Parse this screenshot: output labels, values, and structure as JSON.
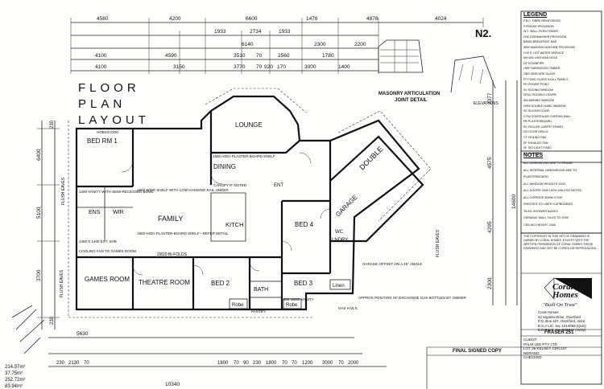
{
  "sheet": {
    "title_lines": [
      "FLOOR",
      "PLAN",
      "LAYOUT"
    ],
    "sheet_id": "N2.",
    "elevations_label": "ELEVATIONS",
    "masonry_label": "MASONRY ARTICULATION",
    "masonry_sub": "JOINT DETAIL",
    "area_1": "214.97m²",
    "area_2": "37.75m²",
    "area_3": "252.72m²",
    "area_4": "83.94m²",
    "bottom_dim": "10340",
    "left_dim": "5630"
  },
  "top_dims": {
    "row1": [
      "4560",
      "4200",
      "6600",
      "1478",
      "4878",
      "4024"
    ],
    "row2": [
      "1933",
      "2734",
      "1933"
    ],
    "row3": [
      "6140",
      "2300",
      "2200"
    ],
    "row4": [
      "4100",
      "4590",
      "3510",
      "70",
      "2560",
      "1780"
    ],
    "row5": [
      "4100",
      "3150",
      "3770",
      "70",
      "920",
      "170",
      "3000",
      "1400"
    ]
  },
  "bottom_dims": [
    "230",
    "2130",
    "70",
    "1800",
    "70",
    "90",
    "230",
    "1800",
    "70",
    "70",
    "1200",
    "3000",
    "70",
    "2000"
  ],
  "left_dims": [
    "230",
    "6400",
    "5100",
    "3700",
    "230"
  ],
  "right_dims": [
    "2377",
    "4575",
    "4295",
    "2300",
    "14600"
  ],
  "rooms": {
    "bed1": "BED RM 1",
    "lounge": "LOUNGE",
    "dining": "DINING",
    "family": "FAMILY",
    "kitchen": "KITCH",
    "ens": "ENS",
    "wir": "WIR",
    "games": "GAMES ROOM",
    "theatre": "THEATRE ROOM",
    "bed2": "BED 2",
    "bed3": "BED 3",
    "bed4": "BED 4",
    "bath": "BATH",
    "garage_top": "DOUBLE",
    "garage_bottom": "GARAGE",
    "laundry": "LNDRY",
    "wc": "WC",
    "ent": "ENT",
    "robe1": "Robe",
    "robe2": "Robe",
    "linen": "Linen",
    "pantry": "PANTRY"
  },
  "notes": {
    "robe_ceiling": "1800 WIDE SHELF WITH LOW HANGING RAIL UNDER",
    "family_ceiling": "1800 HIGH PLASTER-BOARD SHELF - REFER DETAIL",
    "canopy": "CANOPY IF NOTED",
    "plaster_shelf": "1500 HIGH PLASTER-BOARD SHELF",
    "bifold": "2/820 BI-FOLDS",
    "cooling": "COOLING FAN TO GAMES ROOM",
    "garage_offset": "GARAGE OFFSET ON A 45° ANGLE",
    "exchange": "APPROX POSITION OF EXCHANGE GAS BOTTLES BY OWNER",
    "flush_eaves_left": "FLUSH EAVES",
    "flush_eaves_right": "FLUSH EAVES",
    "flush_eaves_bottom": "FLUSH EAVES",
    "hobbies": "HOBS/COOK",
    "bed4_note": "800 WIDE VANITY",
    "vanity_note": "1200 VANITY WITH SEMI-RECESSED BOWL",
    "shower_note": "1400 X 1400 EXT. SHR",
    "gas_hws": "GAS H.W.S."
  },
  "legend": {
    "heading": "LEGEND",
    "items": [
      "F.B.C. FIBRE REINFORCED",
      "F FRIDGE PROVISION",
      "W.T. WALL OVEN TOWER",
      "D/W DISHWASHER PROVISION",
      "B/BAR BREAKFAST BAR",
      "W/M WASHING MACHINE PROVISION",
      "H.W.S. HOT WATER SERVICE",
      "MH 600 x 600 MAN HOLE",
      "DP DOWNPIPE",
      "HWF HARDWOOD TIMBER",
      "OBS OBSCURE GLASS",
      "FF FIXED GLASS IN ALL PANELS",
      "PH POWER POINT",
      "SV SLIDING WINDOW",
      "S/SLV SLIDING LOUVRE",
      "AW AWNING WINDOW",
      "DHW DOUBLE HUNG WINDOW",
      "SC SLIDING DOOR",
      "CCW CONCEALED CURTAIN WALL",
      "PB PLASTERBOARD",
      "RC ROLLER CARPET FINISH",
      "DG DOOR GRILLE",
      "CF CEILING FAN",
      "EF EXHAUST FAN",
      "SF SKYLIGHT FIXED",
      "GF GAS FIRE"
    ],
    "notes_heading": "NOTES",
    "notes_items": [
      "ALL DIMENSIONS ARE TO FRAME",
      "ALL INTERNAL DIMENSIONS ARE TO PLASTERBOARD",
      "ALL WINDOW HEIGHTS 2100",
      "ALL DOORS 2040 HIGH UNLESS NOTED",
      "ALL CORNICE 90MM COVE",
      "SHELVES TO LINEN CUPBOARDS",
      "TILED SHOWER BASES",
      "CERAMIC WALL TILES TO 2000",
      "CEILING HEIGHT 2440"
    ]
  },
  "titleblock": {
    "copyright": "THE COPYRIGHT IN THIS SET OF DRAWINGS IS OWNED BY CORAL HOMES. EXCEPT WITH THE WRITTEN PERMISSION OF CORAL HOMES THESE DRAWINGS MAY NOT BE COPIED OR REPRODUCED.",
    "logo_top": "Coral",
    "logo_bottom": "Homes",
    "tagline": "\"Built On Trust\"",
    "company": "Coral Homes",
    "address_1": "42 Siganto Drive, Oxenford",
    "address_2": "P.O. Box 427, Oxenford, 4210",
    "license_1": "B.S.A LIC. No. 1014993 (QLD)",
    "license_2": "B.B.O LIC. No. 566840 (NSW)",
    "model": "FRASER 251",
    "client_label": "CLIENT:",
    "client": "PALM LEE PTY LTD",
    "lot": "LOT 35 KELSEY CIRCUIT",
    "suburb": "NERANG",
    "final_copy": "FINAL SIGNED COPY",
    "checked_label": "CHECKED:"
  }
}
